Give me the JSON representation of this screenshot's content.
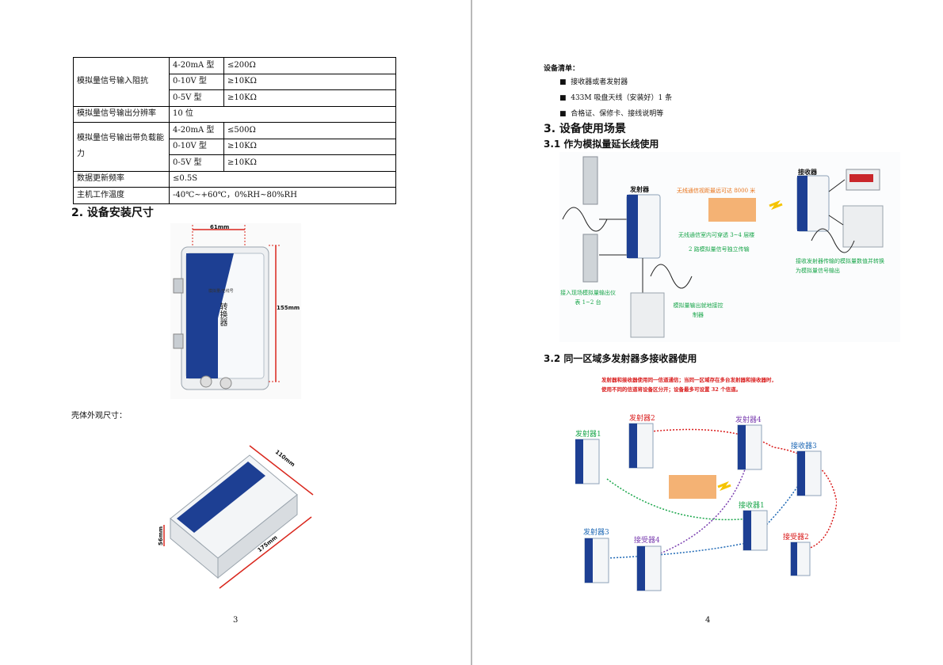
{
  "page3": {
    "spec_table": [
      {
        "key": "模拟量信号输入阻抗",
        "sub": [
          {
            "mode": "4-20mA 型",
            "value": "≤200Ω"
          },
          {
            "mode": "0-10V 型",
            "value": "≥10KΩ"
          },
          {
            "mode": "0-5V 型",
            "value": "≥10KΩ"
          }
        ]
      },
      {
        "key": "模拟量信号输出分辨率",
        "value": "10 位"
      },
      {
        "key": "模拟量信号输出带负载能力",
        "sub": [
          {
            "mode": "4-20mA 型",
            "value": "≤500Ω"
          },
          {
            "mode": "0-10V 型",
            "value": "≥10KΩ"
          },
          {
            "mode": "0-5V 型",
            "value": "≥10KΩ"
          }
        ]
      },
      {
        "key": "数据更新频率",
        "value": "≤0.5S"
      },
      {
        "key": "主机工作温度",
        "value": "-40℃~+60℃，0%RH~80%RH"
      }
    ],
    "section2_title": "2.  设备安装尺寸",
    "dim_width": "61mm",
    "dim_height": "155mm",
    "device_label_small": "模拟量/无线号",
    "device_label_main": "转换器",
    "shell_caption": "壳体外观尺寸：",
    "dim_110": "110mm",
    "dim_56": "56mm",
    "dim_175": "175mm",
    "page_number": "3"
  },
  "page4": {
    "list_title": "设备清单：",
    "list_items": [
      "接收器或者发射器",
      "433M 吸盘天线（安装好）1 条",
      "合格证、保修卡、接线说明等"
    ],
    "section3_title": "3.  设备使用场景",
    "sub31_title": "3.1 作为模拟量延长线使用",
    "fig1": {
      "transmitter": "发射器",
      "receiver": "接收器",
      "range_text": "无线通信视距最远可达 8000 米",
      "wall_text": "无线通信室内可穿透 3~4 层楼",
      "channel_text": "2 路模拟量信号独立传输",
      "input_text": "接入现场模拟量输出仪表 1~2 台",
      "output_text": "接收发射器传输的模拟量数值并转换为模拟量信号输出",
      "control_text": "模拟量输出就地接控制器"
    },
    "sub32_title": "3.2 同一区域多发射器多接收器使用",
    "fig2": {
      "note_line1": "发射器和接收器使用同一信道通信；当同一区域存在多台发射器和接收器时，",
      "note_line2": "使用不同的信道将设备区分开；设备最多可设置 32 个信道。",
      "nodes": [
        "发射器1",
        "发射器2",
        "发射器4",
        "接收器3",
        "接收器1",
        "发射器3",
        "接受器4",
        "接受器2"
      ]
    },
    "page_number": "4"
  },
  "colors": {
    "device_blue": "#1d3f93",
    "link_green": "#1aa64b",
    "link_red": "#d91b1b",
    "link_purple": "#7b3fb0",
    "link_blue": "#1e68b5",
    "dim_red": "#d9261c"
  }
}
